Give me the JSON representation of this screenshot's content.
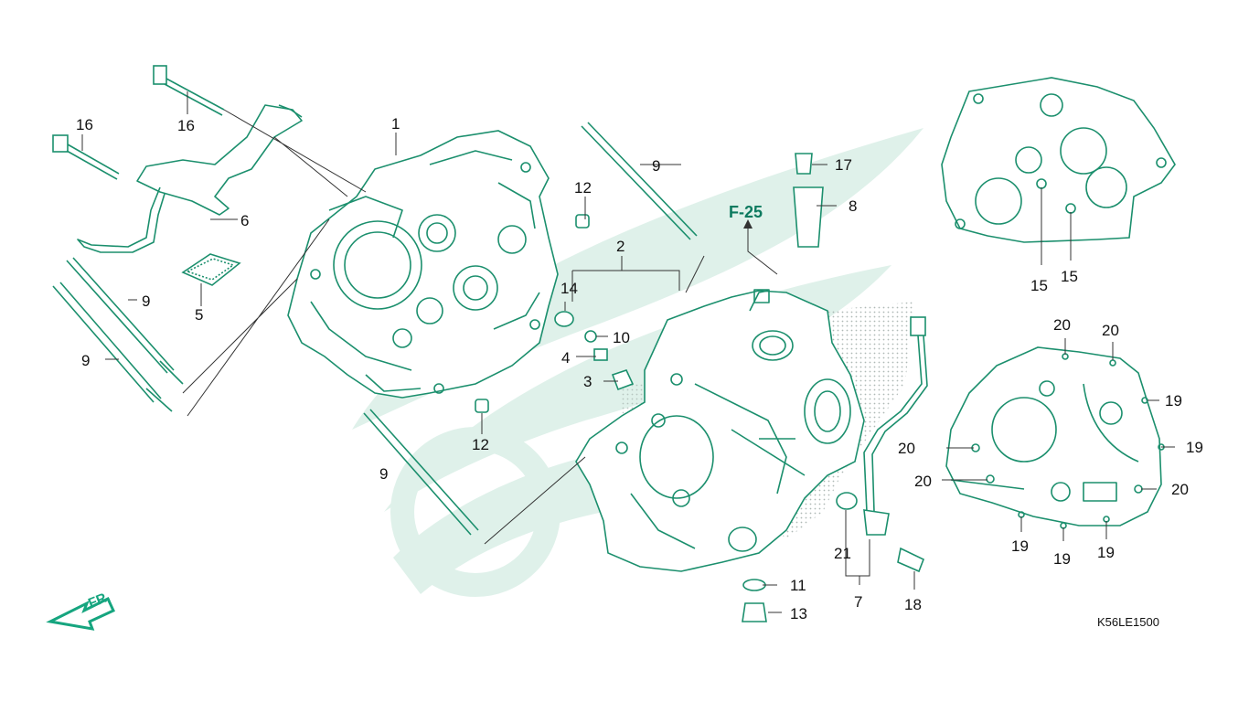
{
  "colors": {
    "line": "#1b8f6d",
    "watermark": "#dff1ea",
    "text": "#111111",
    "arrow": "#16a57f"
  },
  "diagram": {
    "code": "K56LE1500",
    "ref": "F-25",
    "front_label": "FR.",
    "callouts": {
      "c1": "1",
      "c2": "2",
      "c3": "3",
      "c4": "4",
      "c5": "5",
      "c6": "6",
      "c7": "7",
      "c8": "8",
      "c9a": "9",
      "c9b": "9",
      "c9c": "9",
      "c9d": "9",
      "c10": "10",
      "c11": "11",
      "c12a": "12",
      "c12b": "12",
      "c13": "13",
      "c14": "14",
      "c15a": "15",
      "c15b": "15",
      "c16a": "16",
      "c16b": "16",
      "c17": "17",
      "c18": "18",
      "c19a": "19",
      "c19b": "19",
      "c19c": "19",
      "c19d": "19",
      "c19e": "19",
      "c20a": "20",
      "c20b": "20",
      "c20c": "20",
      "c20d": "20",
      "c20e": "20",
      "c21": "21"
    }
  }
}
